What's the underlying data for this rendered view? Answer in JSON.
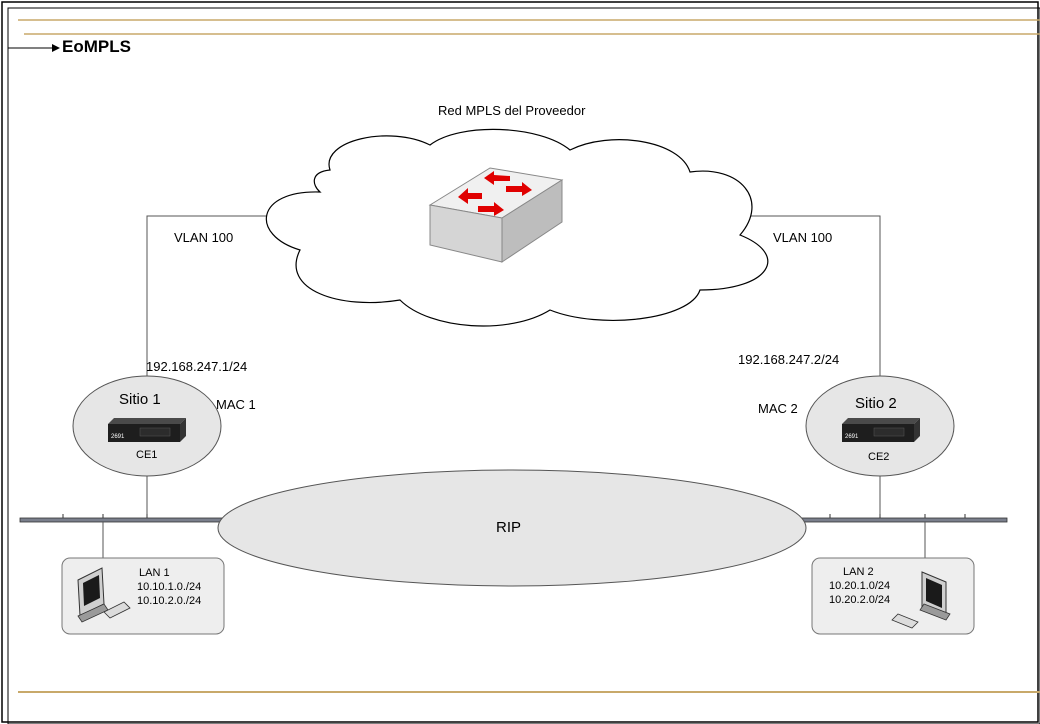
{
  "header": {
    "title": "EoMPLS"
  },
  "colors": {
    "rule": "#c8a96a",
    "cloud_fill": "#ffffff",
    "ellipse_fill": "#e6e6e6",
    "arrow": "#e00000"
  },
  "diagram": {
    "cloud_label": "Red MPLS del Proveedor",
    "vlan_left": "VLAN 100",
    "vlan_right": "VLAN 100",
    "ip_left": "192.168.247.1/24",
    "ip_right": "192.168.247.2/24",
    "mac_left": "MAC 1",
    "mac_right": "MAC 2",
    "site_left": {
      "name": "Sitio 1",
      "device_model": "2691",
      "ce": "CE1"
    },
    "site_right": {
      "name": "Sitio 2",
      "device_model": "2691",
      "ce": "CE2"
    },
    "rip_label": "RIP",
    "lan_left": {
      "name": "LAN 1",
      "nets": [
        "10.10.1.0./24",
        "10.10.2.0./24"
      ]
    },
    "lan_right": {
      "name": "LAN 2",
      "nets": [
        "10.20.1.0/24",
        "10.20.2.0/24"
      ]
    }
  }
}
